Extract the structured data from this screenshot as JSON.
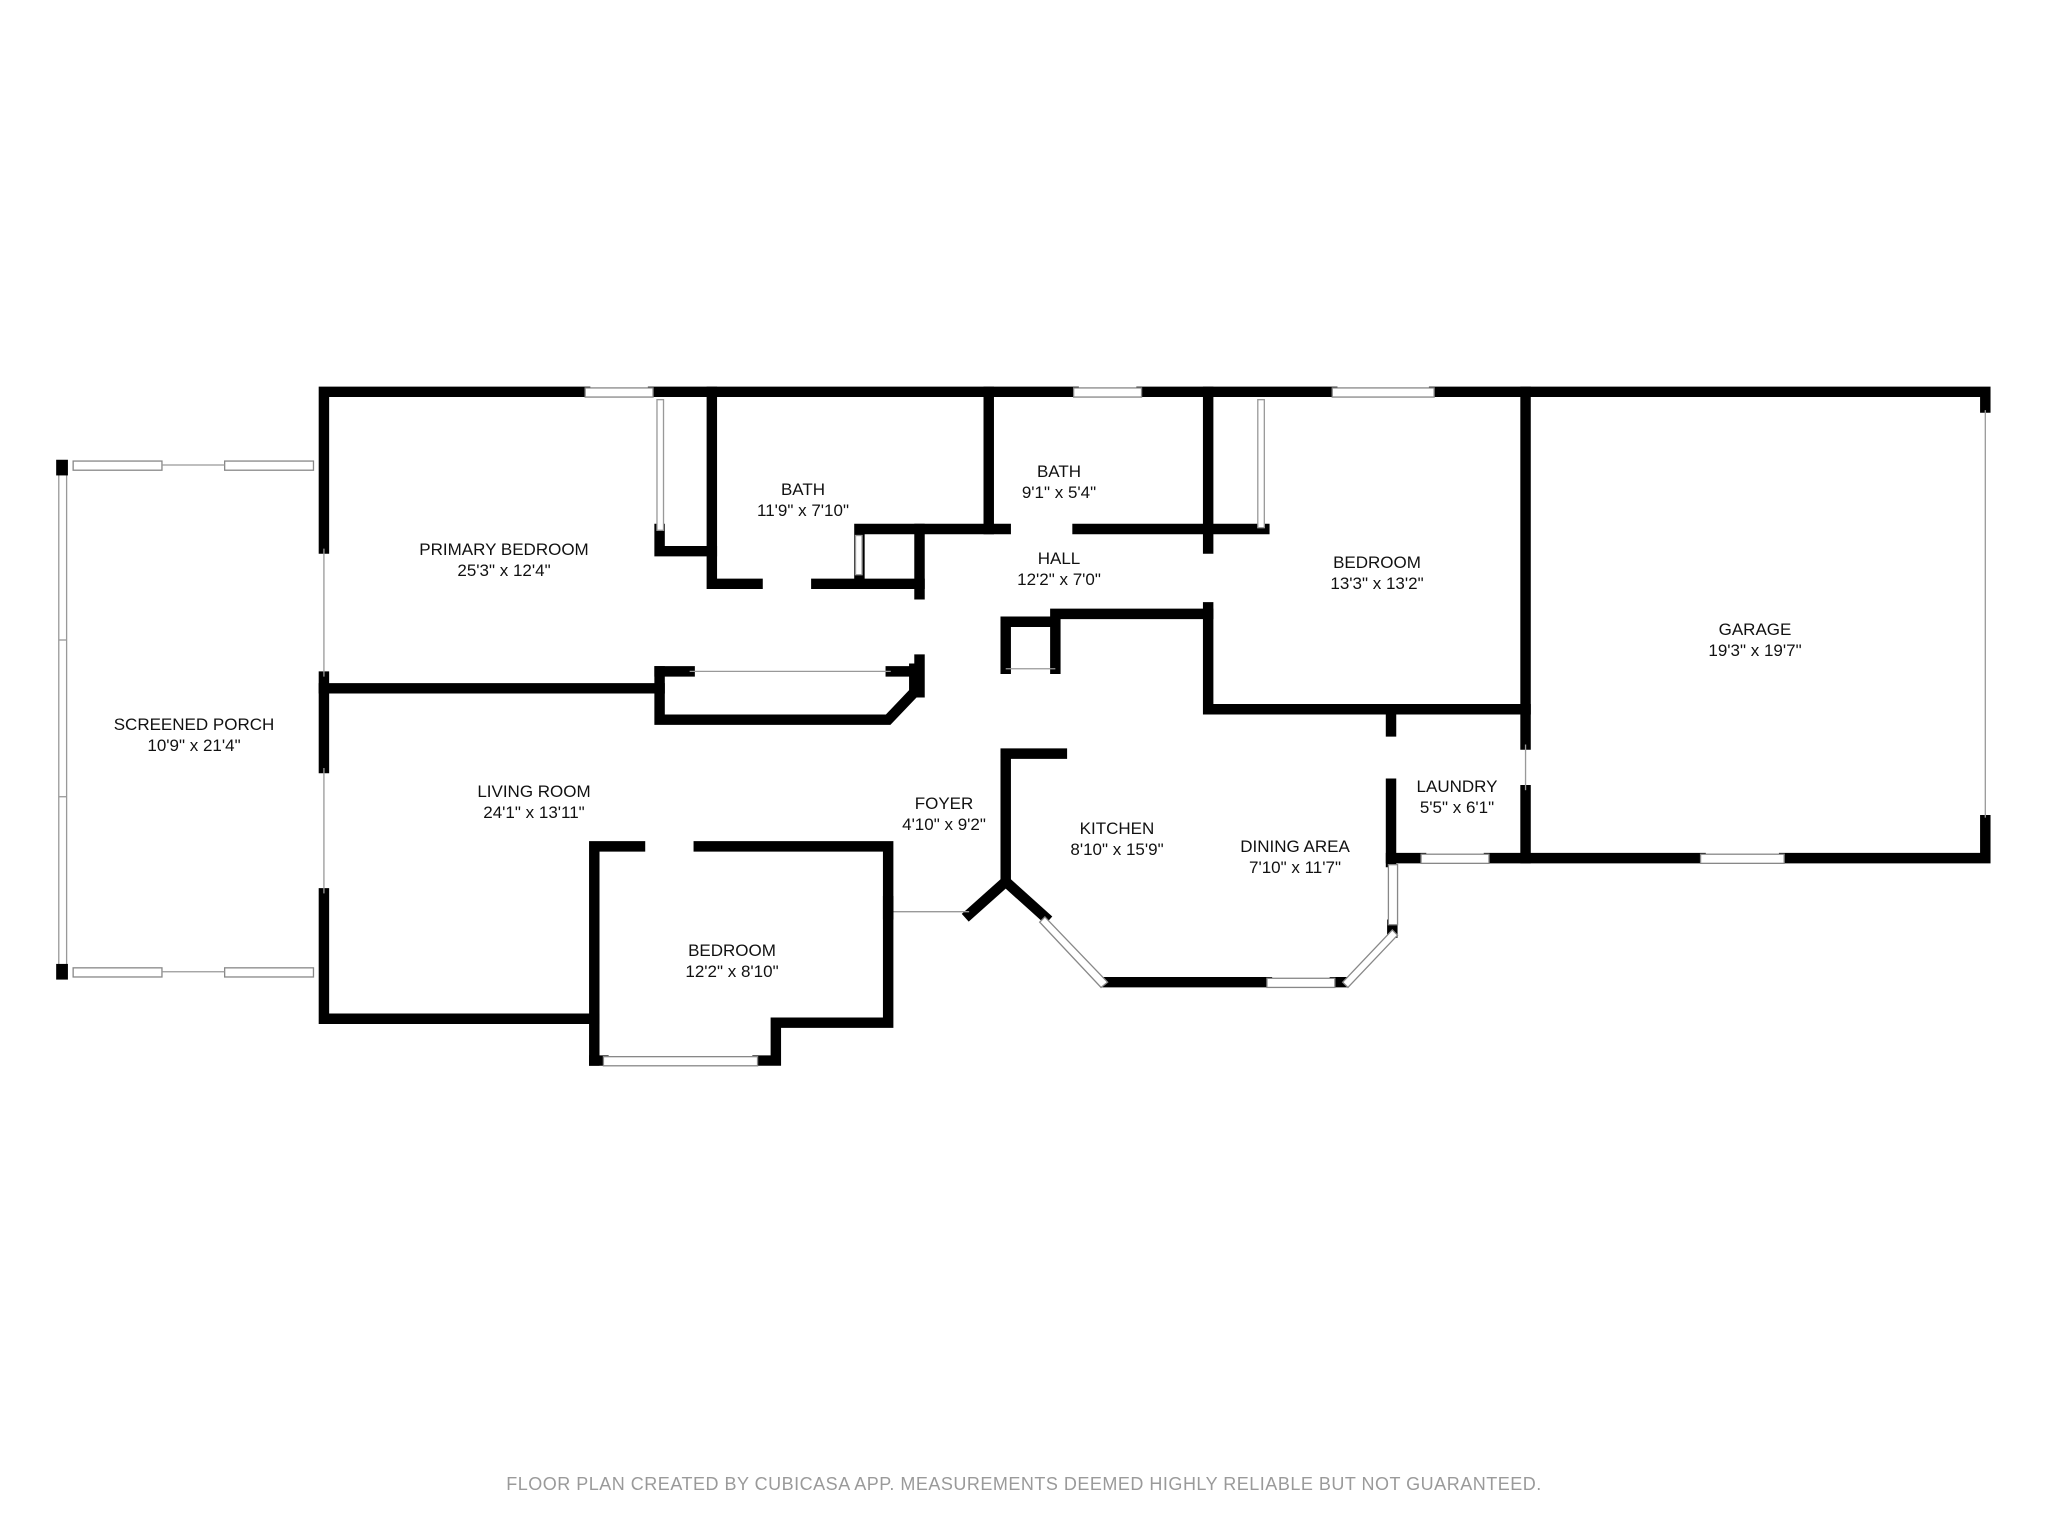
{
  "rooms": [
    {
      "name": "SCREENED PORCH",
      "dims": "10'9\" x 21'4\""
    },
    {
      "name": "PRIMARY BEDROOM",
      "dims": "25'3\" x 12'4\""
    },
    {
      "name": "BATH",
      "dims": "11'9\" x 7'10\""
    },
    {
      "name": "BATH",
      "dims": "9'1\" x 5'4\""
    },
    {
      "name": "HALL",
      "dims": "12'2\" x 7'0\""
    },
    {
      "name": "BEDROOM",
      "dims": "13'3\" x 13'2\""
    },
    {
      "name": "GARAGE",
      "dims": "19'3\" x 19'7\""
    },
    {
      "name": "LIVING ROOM",
      "dims": "24'1\" x 13'11\""
    },
    {
      "name": "FOYER",
      "dims": "4'10\" x 9'2\""
    },
    {
      "name": "KITCHEN",
      "dims": "8'10\" x 15'9\""
    },
    {
      "name": "DINING AREA",
      "dims": "7'10\" x 11'7\""
    },
    {
      "name": "LAUNDRY",
      "dims": "5'5\" x 6'1\""
    },
    {
      "name": "BEDROOM",
      "dims": "12'2\" x 8'10\""
    }
  ],
  "footer": "FLOOR PLAN CREATED BY CUBICASA APP. MEASUREMENTS DEEMED HIGHLY RELIABLE BUT NOT GUARANTEED."
}
